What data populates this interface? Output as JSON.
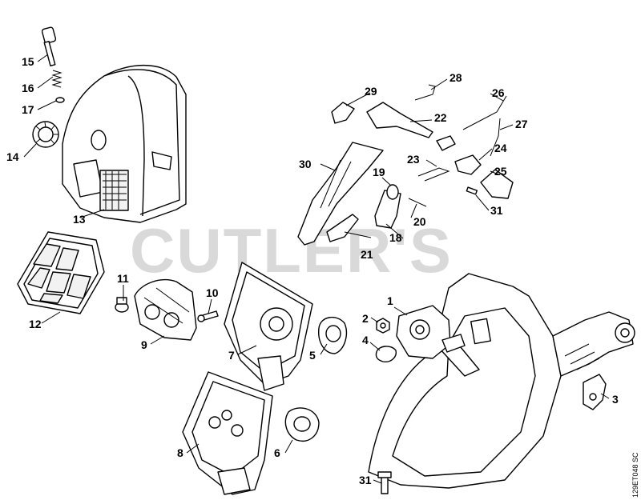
{
  "watermark": "CUTLER'S",
  "diagram_code": "129ET048 SC",
  "callouts": [
    "1",
    "2",
    "3",
    "4",
    "5",
    "6",
    "7",
    "8",
    "9",
    "10",
    "11",
    "12",
    "13",
    "14",
    "15",
    "16",
    "17",
    "18",
    "19",
    "20",
    "21",
    "22",
    "23",
    "24",
    "25",
    "26",
    "27",
    "28",
    "29",
    "30",
    "31",
    "31"
  ]
}
